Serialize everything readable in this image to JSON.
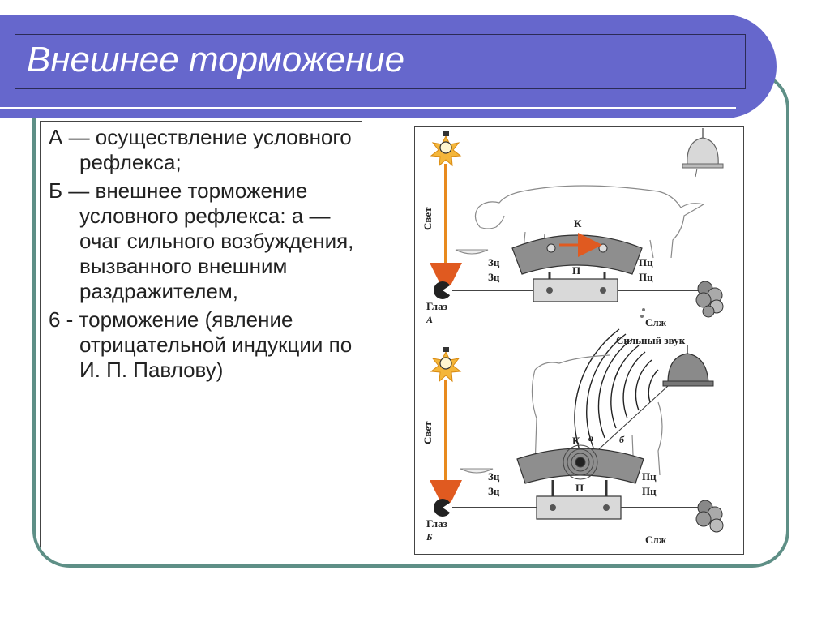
{
  "slide": {
    "title": "Внешнее торможение",
    "items": [
      "А — осуществление условного рефлекса;",
      "Б — внешнее торможение условного рефлекса: а — очаг сильного возбуждения, вызванного внешним раздражителем,",
      "6 - торможение (явление отрицательной индукции по И. П. Павлову)"
    ]
  },
  "figure": {
    "top": {
      "light_label": "Свет",
      "cortex_label": "К",
      "sub_label": "П",
      "left_top": "Зц",
      "left_bottom": "Зц",
      "right_top": "Пц",
      "right_bottom": "Пц",
      "eye_label": "Глаз",
      "panel_letter": "А",
      "gland_label": "Слж"
    },
    "bottom": {
      "sound_label": "Сильный звук",
      "light_label": "Свет",
      "cortex_label": "К",
      "focus_a": "а",
      "focus_b": "б",
      "sub_label": "П",
      "left_top": "Зц",
      "left_bottom": "Зц",
      "right_top": "Пц",
      "right_bottom": "Пц",
      "eye_label": "Глаз",
      "panel_letter": "Б",
      "gland_label": "Слж"
    }
  },
  "colors": {
    "band": "#6667cc",
    "frame": "#5e8f86",
    "light_beam": "#e88a1e",
    "arrow": "#e05a20"
  }
}
